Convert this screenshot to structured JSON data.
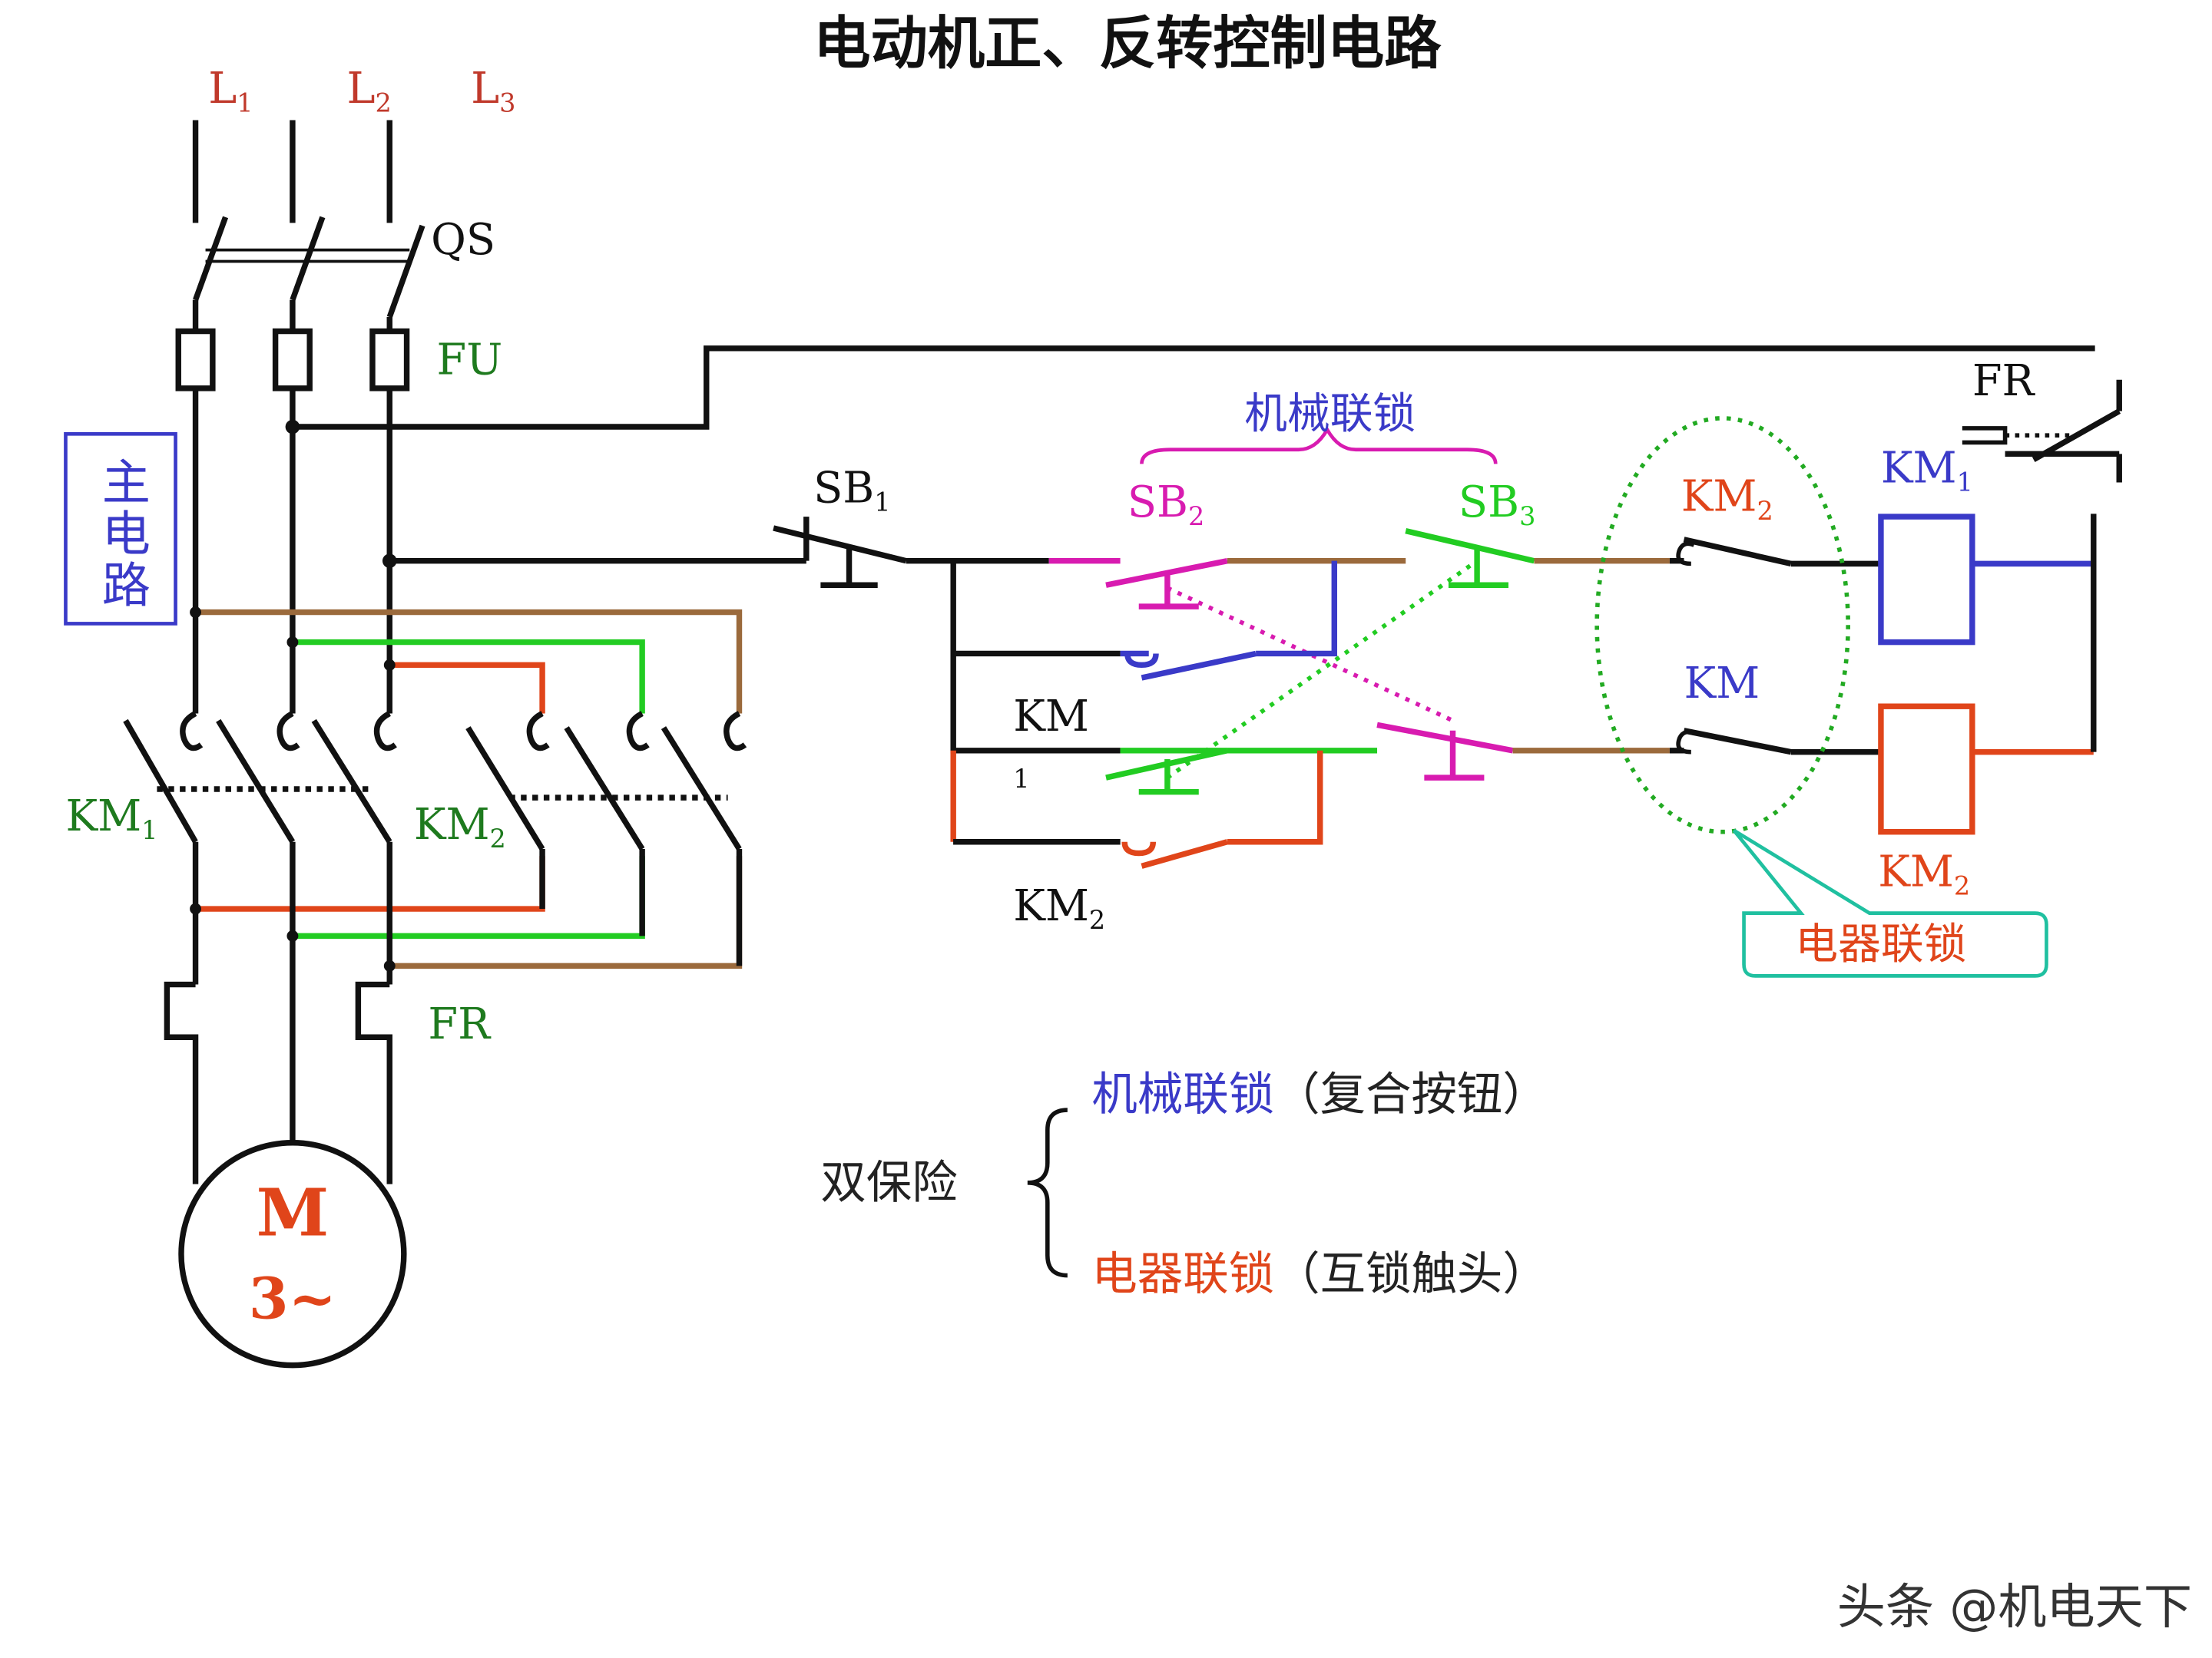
{
  "title": "电动机正、反转控制电路",
  "watermark": "头条 @机电天下",
  "colors": {
    "black": "#111111",
    "phase_label": "#c0392b",
    "green_label": "#1e7a1e",
    "brown": "#9b6a3c",
    "green": "#22cc22",
    "red": "#e0451a",
    "blue": "#3a3ac8",
    "magenta": "#d81bb0",
    "teal": "#20c0a0",
    "dotted_green": "#22aa22"
  },
  "main_circuit": {
    "box_label": "主电路",
    "phases": [
      {
        "letter": "L",
        "sub": "1"
      },
      {
        "letter": "L",
        "sub": "2"
      },
      {
        "letter": "L",
        "sub": "3"
      }
    ],
    "qs": "QS",
    "fu": "FU",
    "km1": {
      "letter": "KM",
      "sub": "1"
    },
    "km2": {
      "letter": "KM",
      "sub": "2"
    },
    "fr": "FR",
    "motor_m": "M",
    "motor_phase": "3~"
  },
  "control_circuit": {
    "sb1": {
      "letter": "SB",
      "sub": "1"
    },
    "sb2": {
      "letter": "SB",
      "sub": "2"
    },
    "sb3": {
      "letter": "SB",
      "sub": "3"
    },
    "mech_interlock": "机械联锁",
    "km_top": {
      "letter": "KM",
      "sub": "2"
    },
    "km_mid": "KM",
    "km_coil1": {
      "letter": "KM",
      "sub": "1"
    },
    "km_coil2": {
      "letter": "KM",
      "sub": "2"
    },
    "fr": "FR",
    "km_left": "KM",
    "km_left_sub": "1",
    "km_left2": {
      "letter": "KM",
      "sub": "2"
    },
    "elec_interlock": "电器联锁"
  },
  "notes": {
    "double": "双保险",
    "mech": "机械联锁",
    "mech_detail": "（复合按钮）",
    "elec": "电器联锁",
    "elec_detail": "（互锁触头）"
  }
}
